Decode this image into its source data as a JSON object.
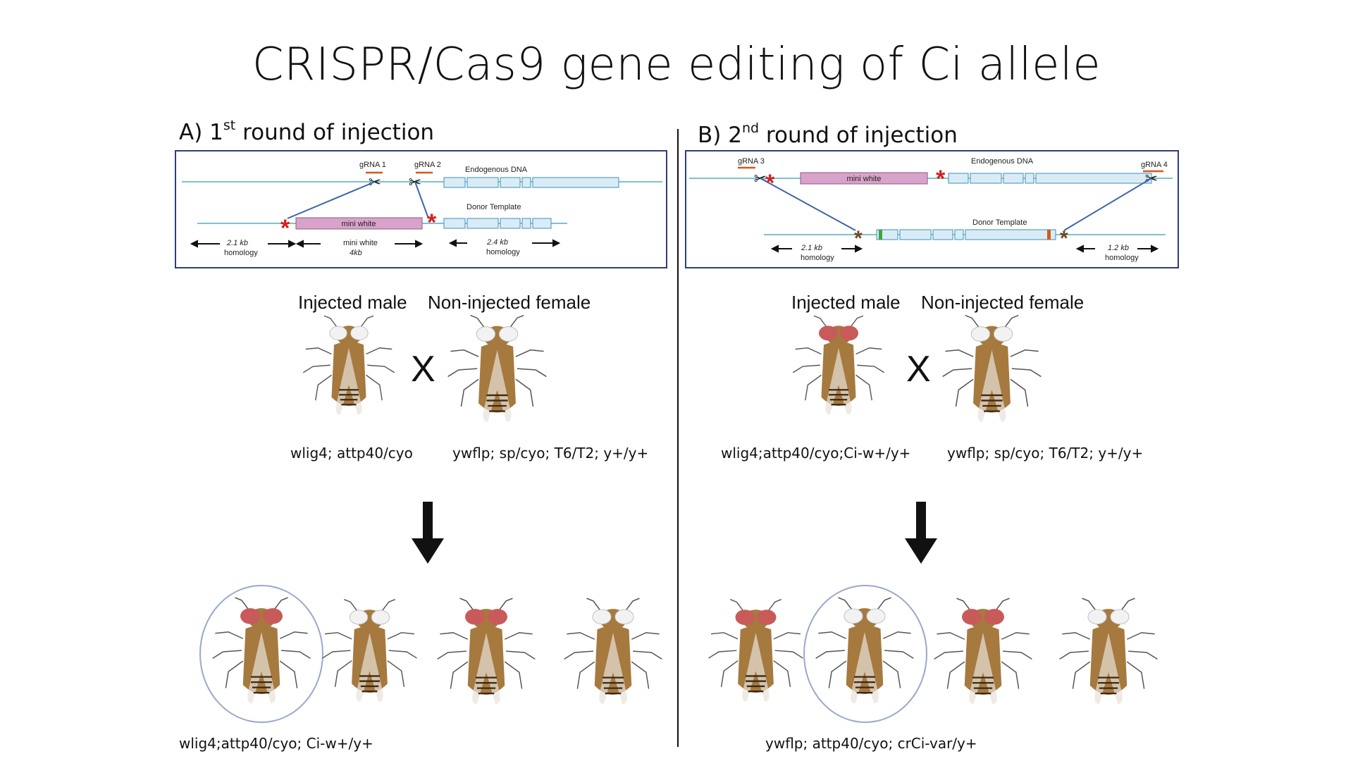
{
  "title": "CRISPR/Cas9 gene editing of Ci allele",
  "panel_a": {
    "heading_prefix": "A) 1",
    "heading_sup": "st",
    "heading_suffix": " round of injection",
    "diagram": {
      "grna1": "gRNA 1",
      "grna2": "gRNA 2",
      "endogenous": "Endogenous DNA",
      "donor": "Donor Template",
      "mini_white": "mini white",
      "left_homology_size": "2.1 kb",
      "left_homology_label": "homology",
      "insert_label": "mini white",
      "insert_size": "4kb",
      "right_homology_size": "2.4 kb",
      "right_homology_label": "homology"
    },
    "male_label": "Injected male",
    "female_label": "Non-injected female",
    "cross_symbol": "X",
    "male_genotype": "wlig4; attp40/cyo",
    "female_genotype": "ywflp; sp/cyo; T6/T2; y+/y+",
    "offspring_genotype": "wlig4;attp40/cyo; Ci-w+/y+"
  },
  "panel_b": {
    "heading_prefix": "B) 2",
    "heading_sup": "nd",
    "heading_suffix": " round of injection",
    "diagram": {
      "grna3": "gRNA 3",
      "grna4": "gRNA 4",
      "endogenous": "Endogenous DNA",
      "donor": "Donor Template",
      "mini_white": "mini white",
      "left_homology_size": "2.1 kb",
      "left_homology_label": "homology",
      "right_homology_size": "1.2 kb",
      "right_homology_label": "homology"
    },
    "male_label": "Injected male",
    "female_label": "Non-injected female",
    "cross_symbol": "X",
    "male_genotype": "wlig4;attp40/cyo;Ci-w+/y+",
    "female_genotype": "ywflp; sp/cyo; T6/T2; y+/y+",
    "offspring_genotype": "ywflp; attp40/cyo; crCi-var/y+"
  },
  "colors": {
    "dna_line": "#7cc3d0",
    "exon_fill": "#d9ecf6",
    "exon_stroke": "#5b9fc4",
    "mini_white": "#d9a3c9",
    "cut_star": "#d42020",
    "donor_star": "#6b4a1f",
    "connector": "#3f64a8",
    "grna_bar": "#d2591f",
    "box_border": "#2f3e7a",
    "fly_body": "#a6793f",
    "red_eye": "#c85a5a",
    "circle": "#9aa8cc"
  }
}
